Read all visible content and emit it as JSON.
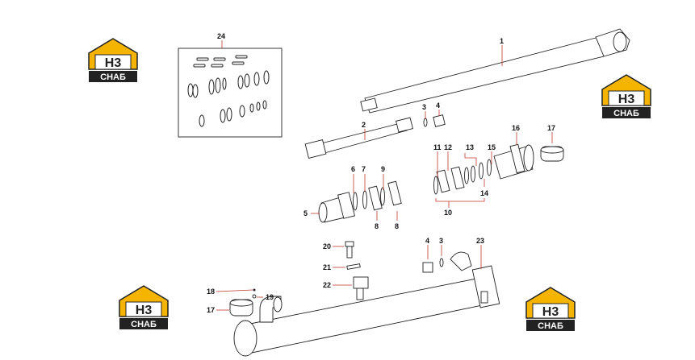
{
  "callouts": [
    "1",
    "2",
    "3",
    "4",
    "5",
    "6",
    "7",
    "8",
    "8",
    "9",
    "10",
    "11",
    "12",
    "13",
    "14",
    "15",
    "16",
    "17",
    "3",
    "4",
    "17",
    "18",
    "19",
    "20",
    "21",
    "22",
    "23",
    "24"
  ],
  "logo": {
    "letter": "H3",
    "text": "СНАБ",
    "accent": "#f5b400",
    "dark": "#222222"
  },
  "colors": {
    "leader": "#c0392b",
    "outline": "#222222"
  }
}
